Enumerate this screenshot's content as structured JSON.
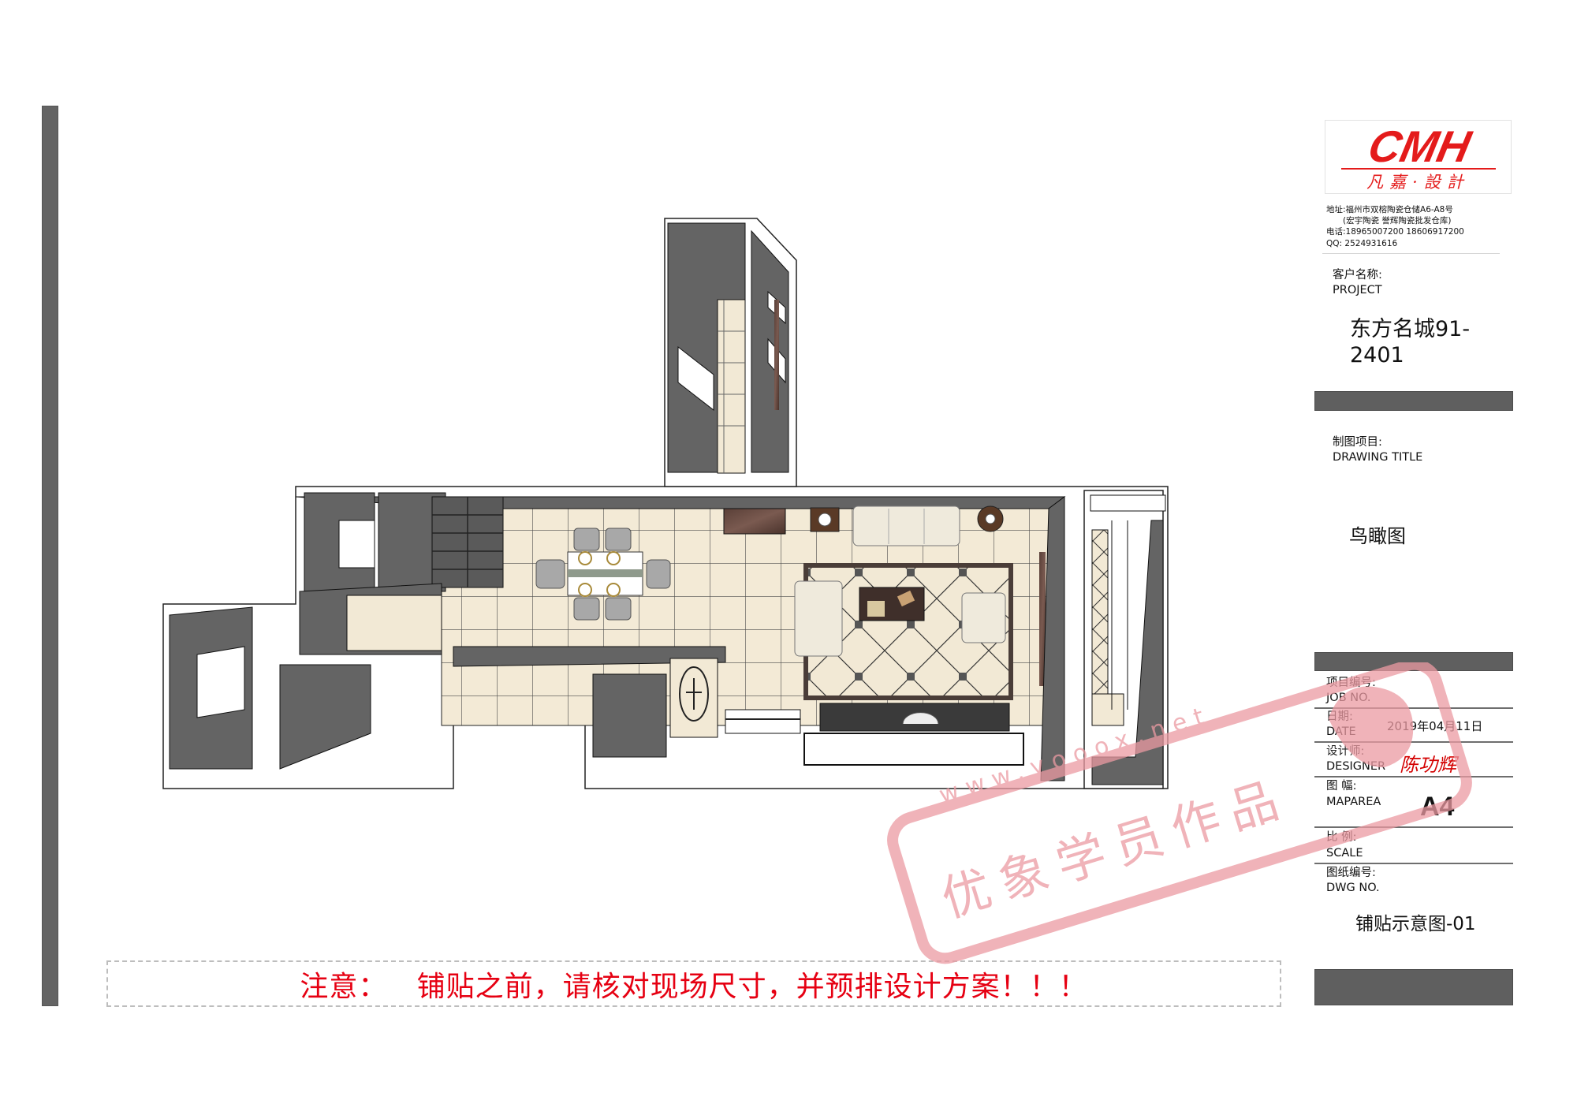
{
  "sheet": {
    "notice": "注意：   铺贴之前，请核对现场尺寸，并预排设计方案！！！"
  },
  "title_block": {
    "logo": {
      "brand": "CMH",
      "subtitle": "凡嘉·設計"
    },
    "company": {
      "address_line1": "地址:福州市双榕陶瓷仓储A6-A8号",
      "address_line2": "(宏宇陶瓷 誉辉陶瓷批发仓库)",
      "phone": "电话:18965007200  18606917200",
      "qq": "QQ:   2524931616"
    },
    "project": {
      "label_cn": "客户名称:",
      "label_en": "PROJECT",
      "value_line1": "东方名城91-",
      "value_line2": "2401"
    },
    "drawing_title": {
      "label_cn": "制图项目:",
      "label_en": "DRAWING TITLE",
      "value": "鸟瞰图"
    },
    "job_no": {
      "label_cn": "项目编号:",
      "label_en": "JOB NO.",
      "value": ""
    },
    "date": {
      "label_cn": "日期:",
      "label_en": "DATE",
      "value": "2019年04月11日"
    },
    "designer": {
      "label_cn": "设计师:",
      "label_en": "DESIGNER",
      "value": "陈功辉"
    },
    "maparea": {
      "label_cn": "图  幅:",
      "label_en": "MAPAREA",
      "value": "A4"
    },
    "scale": {
      "label_cn": "比  例:",
      "label_en": "SCALE",
      "value": ""
    },
    "dwg_no": {
      "label_cn": "图纸编号:",
      "label_en": "DWG NO.",
      "value": "铺贴示意图-01"
    }
  },
  "watermark": {
    "url": "www.yooox.net",
    "text": "优象学员作品"
  },
  "colors": {
    "wall_gray": "#646464",
    "tile_cream": "#f3ead6",
    "notice_red": "#e60012",
    "logo_red": "#e41b1b",
    "stamp_pink": "#eb9aa2"
  }
}
